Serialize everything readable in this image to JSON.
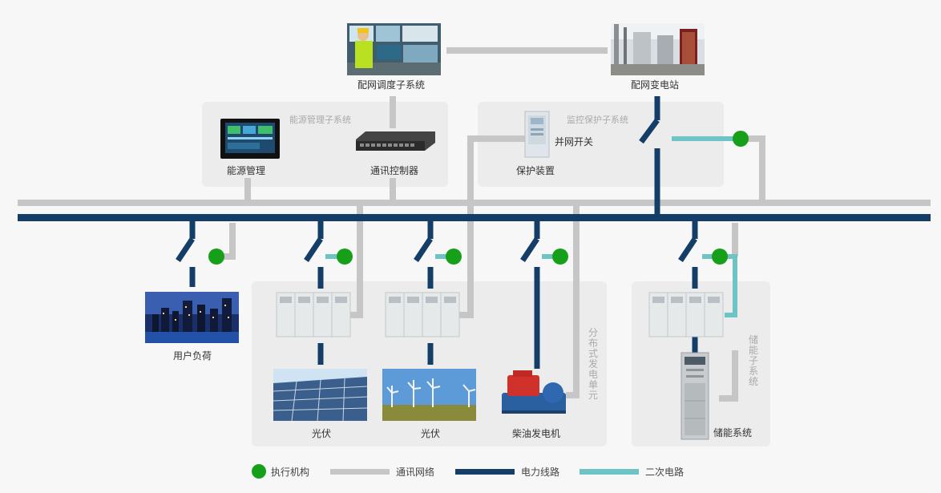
{
  "colors": {
    "power": "#143d68",
    "comm": "#c6c6c6",
    "secondary": "#6ec4c4",
    "actuator": "#16a01a",
    "panel": "#ececec"
  },
  "nodes": {
    "dispatch": "配网调度子系统",
    "substation": "配网变电站",
    "energy_mgmt": "能源管理",
    "comm_controller": "通讯控制器",
    "protection": "保护装置",
    "grid_switch": "并网开关",
    "user_load": "用户负荷",
    "pv_1": "光伏",
    "pv_2": "光伏",
    "diesel": "柴油发电机",
    "storage": "储能系统"
  },
  "groups": {
    "energy_subsystem": "能源管理子系统",
    "protection_subsystem": "监控保护子系统",
    "distributed_unit": "分布式发电单元",
    "storage_subsystem": "储能子系统"
  },
  "legend": {
    "actuator": "执行机构",
    "comm": "通讯网络",
    "power": "电力线路",
    "secondary": "二次电路"
  }
}
